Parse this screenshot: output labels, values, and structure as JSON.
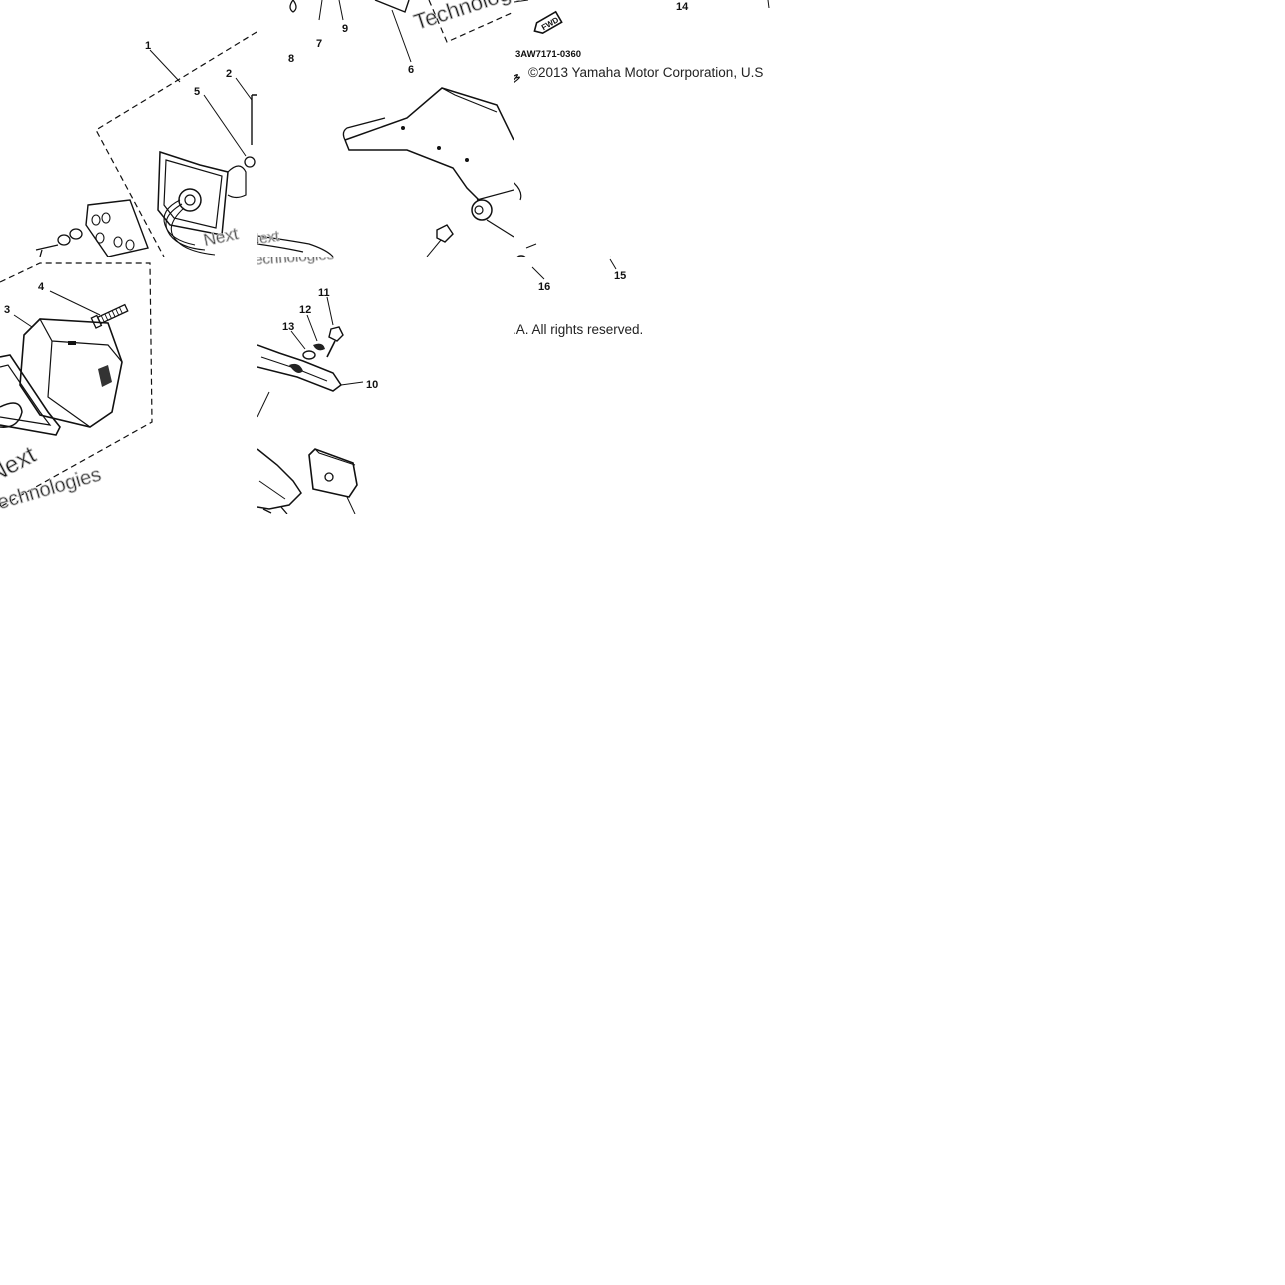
{
  "diagram": {
    "part_code": "3AW7171-0360",
    "fwd_marker": "FWD",
    "copyright_part1": "©2013 Yamaha Motor Corporation, U.S",
    "copyright_part2": ".A. All rights reserved.",
    "watermark_line1": "Next",
    "watermark_line2": "Technologies",
    "callouts": [
      "1",
      "2",
      "3",
      "4",
      "5",
      "6",
      "7",
      "8",
      "9",
      "10",
      "11",
      "12",
      "13",
      "14",
      "15",
      "16"
    ]
  }
}
